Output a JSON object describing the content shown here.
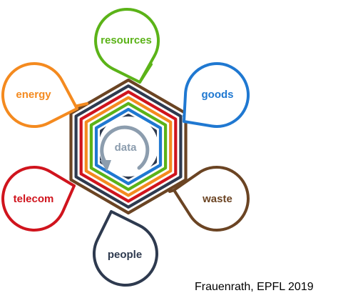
{
  "center": {
    "label": "data",
    "color": "#8c9dae"
  },
  "nodes": [
    {
      "id": "resources",
      "label": "resources",
      "color": "#5bb318"
    },
    {
      "id": "goods",
      "label": "goods",
      "color": "#1f78d1"
    },
    {
      "id": "waste",
      "label": "waste",
      "color": "#6b4423"
    },
    {
      "id": "people",
      "label": "people",
      "color": "#2e3a4f"
    },
    {
      "id": "telecom",
      "label": "telecom",
      "color": "#d0141d"
    },
    {
      "id": "energy",
      "label": "energy",
      "color": "#f48a1f"
    }
  ],
  "credit": "Frauenrath, EPFL 2019"
}
